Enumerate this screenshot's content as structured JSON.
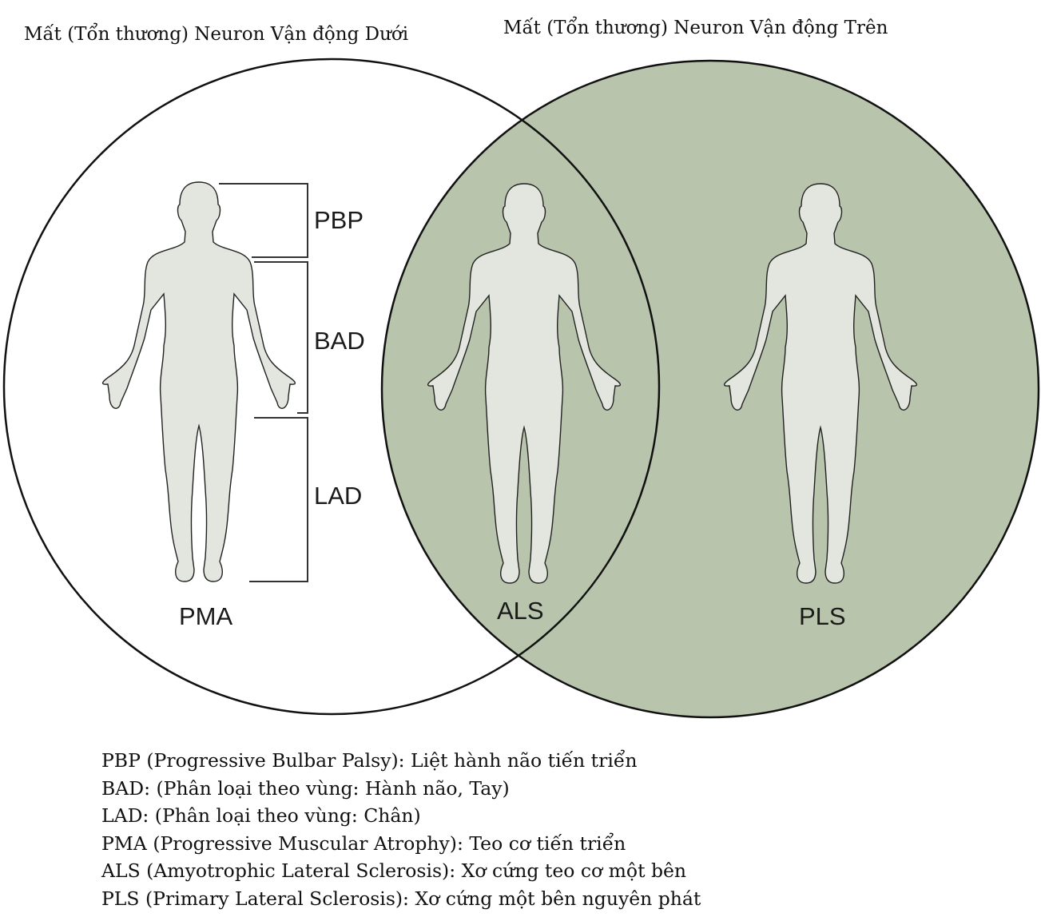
{
  "titles": {
    "lower": "Mất (Tổn thương) Neuron Vận động Dưới",
    "upper": "Mất (Tổn thương) Neuron Vận động Trên"
  },
  "colors": {
    "upper_circle_fill": "#b8c4ab",
    "body_fill": "#e3e5df",
    "outline": "#111111"
  },
  "regions": {
    "pbp": "PBP",
    "bad": "BAD",
    "lad": "LAD"
  },
  "diagnoses": {
    "pma": "PMA",
    "als": "ALS",
    "pls": "PLS"
  },
  "legend": [
    "PBP (Progressive Bulbar Palsy): Liệt hành não tiến triển",
    "BAD: (Phân loại theo vùng: Hành não, Tay)",
    "LAD: (Phân loại theo vùng: Chân)",
    "PMA (Progressive Muscular Atrophy): Teo cơ tiến triển",
    "ALS (Amyotrophic Lateral Sclerosis): Xơ cứng teo cơ một bên",
    "PLS (Primary Lateral Sclerosis): Xơ cứng một bên nguyên phát"
  ]
}
